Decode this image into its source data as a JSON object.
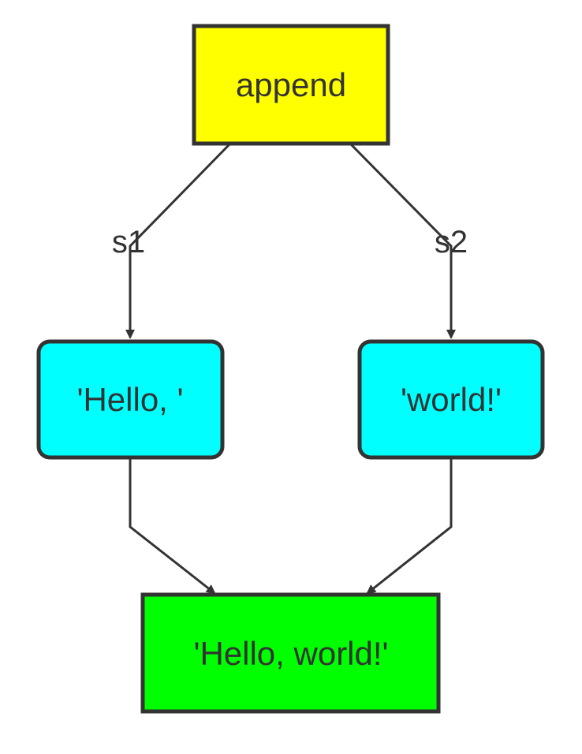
{
  "diagram": {
    "nodes": {
      "append": {
        "label": "append",
        "fill": "#ffff00"
      },
      "hello": {
        "label": "'Hello, '",
        "fill": "#00ffff"
      },
      "world": {
        "label": "'world!'",
        "fill": "#00ffff"
      },
      "result": {
        "label": "'Hello, world!'",
        "fill": "#00ff00"
      }
    },
    "edges": {
      "s1": {
        "label": "s1"
      },
      "s2": {
        "label": "s2"
      }
    },
    "colors": {
      "stroke": "#333333",
      "text": "#333333"
    }
  }
}
